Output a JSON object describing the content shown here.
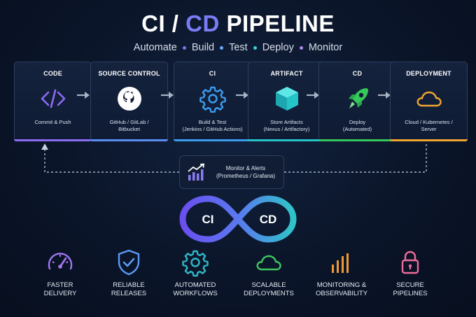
{
  "header": {
    "title_prefix": "CI / ",
    "title_cd": "CD",
    "title_suffix": " PIPELINE",
    "subtitle": [
      "Automate",
      "Build",
      "Test",
      "Deploy",
      "Monitor"
    ],
    "dot_colors": [
      "#6b7cf0",
      "#6fa8ff",
      "#38d2d2",
      "#a98cf2"
    ]
  },
  "stages": [
    {
      "label": "CODE",
      "desc": "Commit & Push",
      "icon": "code-icon",
      "color": "#8b6cf4"
    },
    {
      "label": "SOURCE CONTROL",
      "desc": "GitHub / GitLab /\nBitbucket",
      "icon": "github-icon",
      "color": "#5b8ef5"
    },
    {
      "label": "CI",
      "desc": "Build & Test\n(Jenkins / GitHub Actions)",
      "icon": "gear-icon",
      "color": "#3c9cf0"
    },
    {
      "label": "ARTIFACT",
      "desc": "Store Artifacts\n(Nexus / Artifactory)",
      "icon": "cube-icon",
      "color": "#25c4c9"
    },
    {
      "label": "CD",
      "desc": "Deploy\n(Automated)",
      "icon": "rocket-icon",
      "color": "#36c85b"
    },
    {
      "label": "DEPLOYMENT",
      "desc": "Cloud / Kubernetes /\nServer",
      "icon": "cloud-icon",
      "color": "#f0a632"
    }
  ],
  "monitor": {
    "text": "Monitor & Alerts\n(Prometheus / Grafana)",
    "icon": "chart-growth-icon"
  },
  "logo": {
    "left": "CI",
    "right": "CD"
  },
  "benefits": [
    {
      "label": "FASTER\nDELIVERY",
      "icon": "speedometer-icon",
      "color": "#a277f2"
    },
    {
      "label": "RELIABLE\nRELEASES",
      "icon": "shield-check-icon",
      "color": "#5b9bf5"
    },
    {
      "label": "AUTOMATED\nWORKFLOWS",
      "icon": "gear-icon",
      "color": "#2fb8c8"
    },
    {
      "label": "SCALABLE\nDEPLOYMENTS",
      "icon": "cloud-icon",
      "color": "#3ec85e"
    },
    {
      "label": "MONITORING &\nOBSERVABILITY",
      "icon": "bar-chart-icon",
      "color": "#f09a32"
    },
    {
      "label": "SECURE\nPIPELINES",
      "icon": "lock-icon",
      "color": "#f06a9a"
    }
  ]
}
